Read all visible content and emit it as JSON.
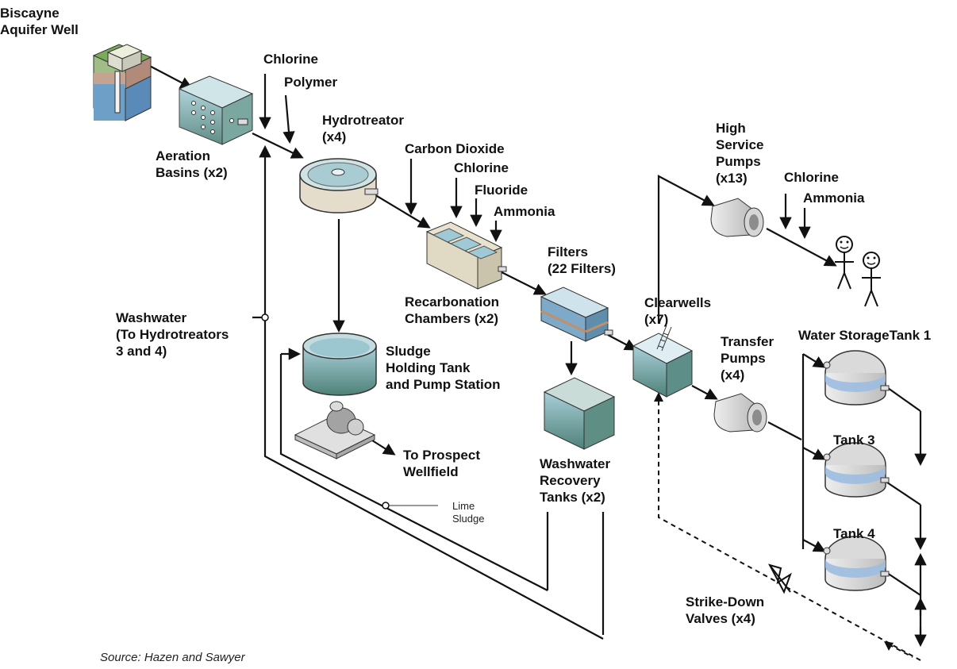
{
  "labels": {
    "well_line1": "Biscayne",
    "well_line2": "Aquifer Well",
    "chlorine_1": "Chlorine",
    "polymer": "Polymer",
    "aeration_line1": "Aeration",
    "aeration_line2": "Basins (x2)",
    "hydrotreator_line1": "Hydrotreator",
    "hydrotreator_line2": "(x4)",
    "carbon_dioxide": "Carbon Dioxide",
    "chlorine_2": "Chlorine",
    "fluoride": "Fluoride",
    "ammonia_1": "Ammonia",
    "recarb_line1": "Recarbonation",
    "recarb_line2": "Chambers (x2)",
    "filters_line1": "Filters",
    "filters_line2": "(22 Filters)",
    "washwater_line1": "Washwater",
    "washwater_line2": "(To Hydrotreators",
    "washwater_line3": "3 and 4)",
    "sludge_line1": "Sludge",
    "sludge_line2": "Holding Tank",
    "sludge_line3": "and Pump Station",
    "prospect_line1": "To Prospect",
    "prospect_line2": "Wellfield",
    "lime_line1": "Lime",
    "lime_line2": "Sludge",
    "wwrec_line1": "Washwater",
    "wwrec_line2": "Recovery",
    "wwrec_line3": "Tanks (x2)",
    "hsp_line1": "High",
    "hsp_line2": "Service",
    "hsp_line3": "Pumps",
    "hsp_line4": "(x13)",
    "chlorine_3": "Chlorine",
    "ammonia_2": "Ammonia",
    "clearwells_line1": "Clearwells",
    "clearwells_line2": "(x7)",
    "transfer_line1": "Transfer",
    "transfer_line2": "Pumps",
    "transfer_line3": "(x4)",
    "tank1": "Water StorageTank 1",
    "tank3": "Tank 3",
    "tank4": "Tank 4",
    "strike_line1": "Strike-Down",
    "strike_line2": "Valves (x4)"
  },
  "source": "Source: Hazen and Sawyer",
  "colors": {
    "water": "#9cc6d8",
    "water_dark": "#5e8f8a",
    "tank_grey": "#dcdcdc",
    "line": "#111111"
  }
}
